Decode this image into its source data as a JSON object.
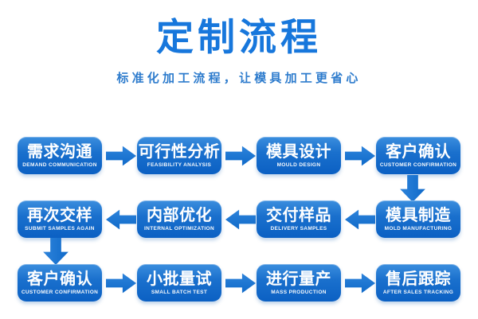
{
  "page": {
    "title": "定制流程",
    "subtitle": "标准化加工流程，让模具加工更省心"
  },
  "colors": {
    "title_blue": "#1777dc",
    "subtitle_blue": "#2e7ccd",
    "box_gradient_top": "#3b8ede",
    "box_gradient_bottom": "#0b60c3",
    "arrow_blue": "#1a74d2",
    "box_text": "#ffffff",
    "background": "#ffffff"
  },
  "flow": {
    "rows": [
      {
        "direction": "right",
        "steps": [
          {
            "zh": "需求沟通",
            "en": "DEMAND COMMUNICATION"
          },
          {
            "zh": "可行性分析",
            "en": "FEASIBILITY ANALYSIS"
          },
          {
            "zh": "模具设计",
            "en": "MOULD DESIGN"
          },
          {
            "zh": "客户确认",
            "en": "CUSTOMER CONFIRMATION"
          }
        ],
        "connector_after": "down-at-right-column"
      },
      {
        "direction": "left",
        "steps": [
          {
            "zh": "再次交样",
            "en": "SUBMIT SAMPLES AGAIN"
          },
          {
            "zh": "内部优化",
            "en": "INTERNAL OPTIMIZATION"
          },
          {
            "zh": "交付样品",
            "en": "DELIVERY SAMPLES"
          },
          {
            "zh": "模具制造",
            "en": "MOLD MANUFACTURING"
          }
        ],
        "connector_after": "down-at-left-column"
      },
      {
        "direction": "right",
        "steps": [
          {
            "zh": "客户确认",
            "en": "CUSTOMER CONFIRMATION"
          },
          {
            "zh": "小批量试",
            "en": "SMALL BATCH TEST"
          },
          {
            "zh": "进行量产",
            "en": "MASS PRODUCTION"
          },
          {
            "zh": "售后跟踪",
            "en": "AFTER SALES TRACKING"
          }
        ],
        "connector_after": "none"
      }
    ]
  }
}
